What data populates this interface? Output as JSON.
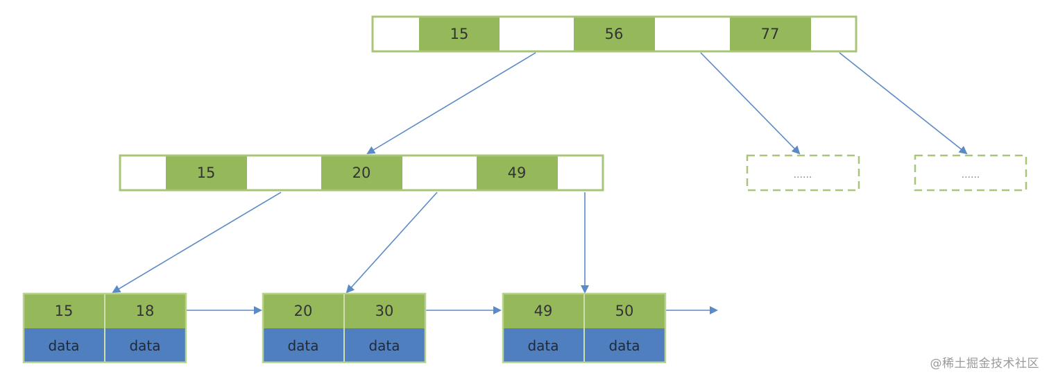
{
  "root_node": {
    "keys": [
      "15",
      "56",
      "77"
    ]
  },
  "internal_node": {
    "keys": [
      "15",
      "20",
      "49"
    ]
  },
  "placeholders": [
    {
      "label": "......"
    },
    {
      "label": "......"
    }
  ],
  "leaves": [
    {
      "entries": [
        {
          "key": "15",
          "data": "data"
        },
        {
          "key": "18",
          "data": "data"
        }
      ]
    },
    {
      "entries": [
        {
          "key": "20",
          "data": "data"
        },
        {
          "key": "30",
          "data": "data"
        }
      ]
    },
    {
      "entries": [
        {
          "key": "49",
          "data": "data"
        },
        {
          "key": "50",
          "data": "data"
        }
      ]
    }
  ],
  "watermark": "@稀土掘金技术社区",
  "colors": {
    "key_fill": "#94b85a",
    "data_fill": "#4f7fbf",
    "border": "#a9c57a",
    "arrow": "#5b8ac6"
  }
}
